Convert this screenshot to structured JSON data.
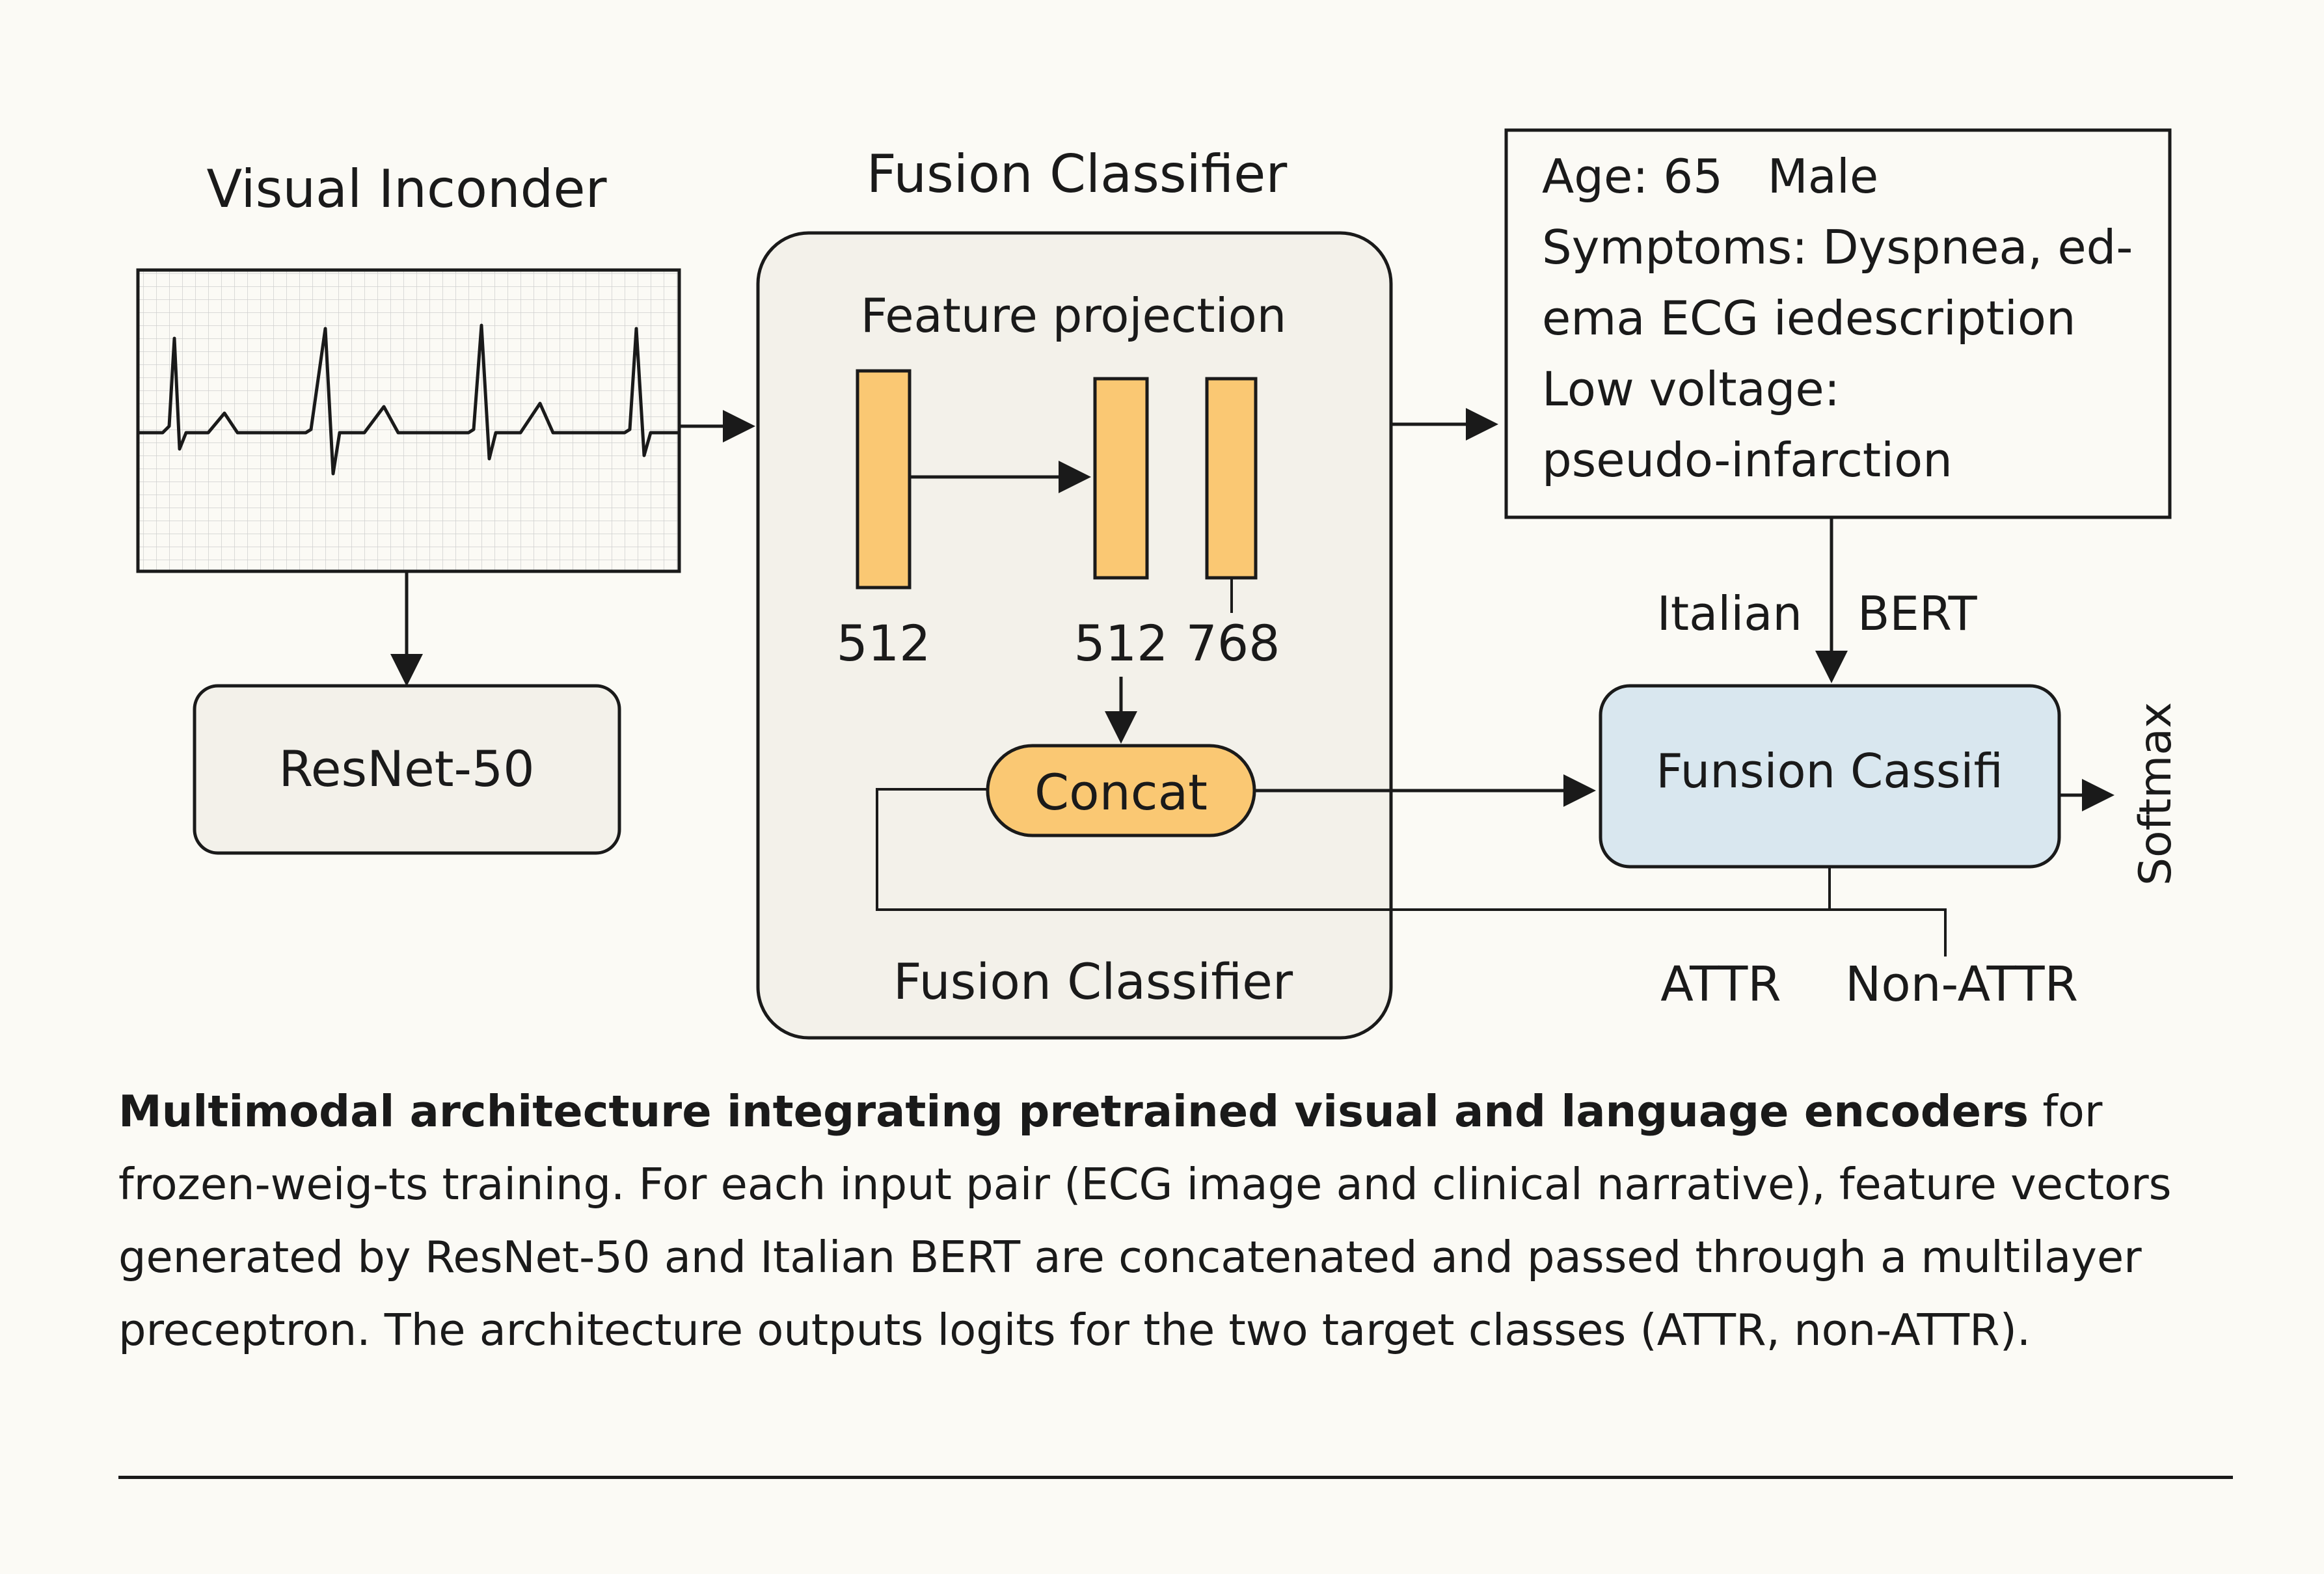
{
  "colors": {
    "background": "#fbfaf5",
    "stroke": "#1a1a1a",
    "box_fill": "#f3f1ea",
    "feature_fill": "#fac873",
    "fusion_fill": "#d9e7ef",
    "ecg_grid": "#c9c9c9"
  },
  "visual_encoder": {
    "title": "Visual Inconder",
    "image_icon": "ecg-waveform",
    "backbone": "ResNet-50"
  },
  "fusion_module": {
    "top_title": "Fusion Classifier",
    "feature_title": "Feature projection",
    "dims": [
      "512",
      "512",
      "768"
    ],
    "concat": "Concat",
    "bottom_title": "Fusion Classifier"
  },
  "clinical_text": {
    "lines": [
      "Age: 65   Male",
      "Symptoms: Dyspnea, ed-",
      "ema ECG iedescription",
      "Low voltage:",
      "pseudo-infarction"
    ]
  },
  "language_encoder": {
    "label_left": "Italian",
    "label_right": "BERT"
  },
  "fusion_head": {
    "label": "Funsion Cassifi",
    "softmax": "Softmax",
    "outputs": [
      "ATTR",
      "Non-ATTR"
    ]
  },
  "caption": {
    "bold": "Multimodal architecture integrating pretrained visual and language encoders",
    "rest": " for frozen-weig-ts training. For each input pair (ECG image and clinical narrative), feature vectors generated by ResNet-50 and Italian BERT are concatenated and passed through a multilayer preceptron. The architecture outputs logits for the two target classes (ATTR, non-ATTR)."
  }
}
